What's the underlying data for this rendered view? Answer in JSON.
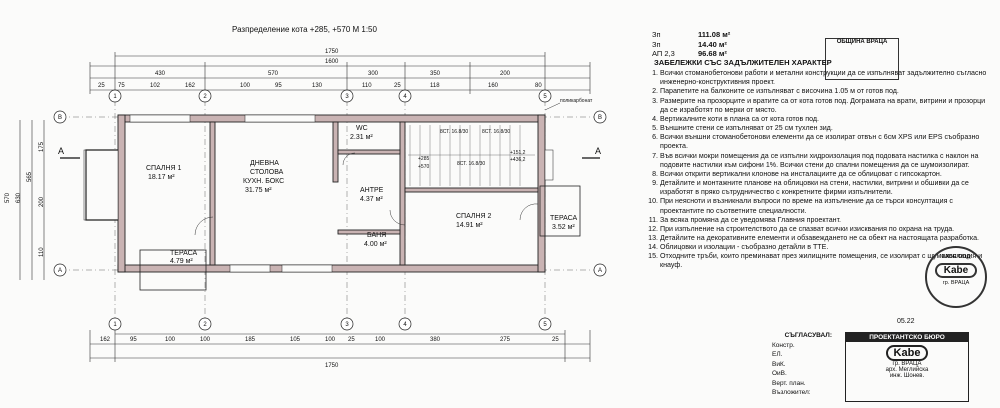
{
  "title": "Разпределение кота +285, +570 М 1:50",
  "areas": [
    {
      "label": "Зп",
      "value": "111.08 м²"
    },
    {
      "label": "Зп",
      "value": "14.40 м²"
    },
    {
      "label": "АП 2,3",
      "value": "96.68 м²"
    }
  ],
  "notes_title": "ЗАБЕЛЕЖКИ СЪС ЗАДЪЛЖИТЕЛЕН ХАРАКТЕР",
  "notes": [
    "Всички стоманобетонови работи и метални конструкции да се изпълняват задължително съгласно инженерно-конструктивния проект.",
    "Парапетите на балконите се изпълняват с височина 1.05 м от готов под.",
    "Размерите на прозорците и вратите са от кота готов под. Дограмата на врати, витрини и прозорци да се изработят по мерки от място.",
    "Вертикалните коти в плана са от кота готов под.",
    "Външните стени се изпълняват от 25 см тухлен зид.",
    "Всички външни стоманобетонови елементи да се изолират отвън с 6см XPS или EPS съобразно проекта.",
    "Във всички мокри помещения да се изпълни хидроизолация под подовата настилка с наклон на подовите настилки към сифони 1%. Всички стени до спални помещения да се шумоизолират.",
    "Всички открити вертикални клонове на инсталациите да се облицоват с гипсокартон.",
    "Детайлите и монтажните планове на облицовки на стени, настилки, витрини и обшивки да се изработят в пряко сътрудничество с конкретните фирми изпълнители.",
    "При неясноти и възникнали въпроси по време на изпълнение да се търси консултация с проектантите по съответните специалности.",
    "За всяка промяна да се уведомява Главния проектант.",
    "При изпълнение на строителството да се спазват всички изисквания по охрана на труда.",
    "Детайлите на декоративните елементи и обзавеждането не са обект на настоящата разработка.",
    "Облицовки и изолации - съобразно детайли в ТТЕ.",
    "Отходните тръби, които преминават през жилищните помещения, се изолират с шумоизолация и кнауф."
  ],
  "rooms": [
    {
      "name": "СПАЛНЯ 1",
      "area": "18.17 м²"
    },
    {
      "name": "ДНЕВНА",
      "line2": "СТОЛОВА",
      "line3": "КУХН. БОКС",
      "area": "31.75 м²"
    },
    {
      "name": "WC",
      "area": "2.31 м²"
    },
    {
      "name": "АНТРЕ",
      "area": "4.37 м²"
    },
    {
      "name": "БАНЯ",
      "area": "4.00 м²"
    },
    {
      "name": "СПАЛНЯ 2",
      "area": "14.91 м²"
    },
    {
      "name": "ТЕРАСА",
      "area": "4.79 м²"
    },
    {
      "name": "ТЕРАСА",
      "area": "3.52 м²"
    }
  ],
  "stair_labels": [
    "8СТ. 16.8/30",
    "8СТ. 16.8/30",
    "8СТ. 16.8/30",
    "+285",
    "+570",
    "+151,2",
    "+436,2"
  ],
  "roof_label": "поликарбонат",
  "axes_top": [
    "1",
    "2",
    "3",
    "4",
    "5"
  ],
  "axes_side": [
    "A",
    "B"
  ],
  "dims_top_total": "1750",
  "dims_top_mid": "1600",
  "dims_top_parts": [
    "430",
    "570",
    "300",
    "350",
    "200"
  ],
  "dims_top_fine": [
    "25",
    "75",
    "102",
    "162",
    "100",
    "95",
    "130",
    "110",
    "25",
    "118",
    "160",
    "80"
  ],
  "dims_bottom_total": "1750",
  "dims_bottom_parts": [
    "162",
    "95",
    "100",
    "100",
    "185",
    "105",
    "100",
    "25",
    "100",
    "380",
    "275",
    "25"
  ],
  "dims_left": [
    "570",
    "630",
    "565",
    "175",
    "200",
    "110"
  ],
  "sign_block": {
    "heading": "СЪГЛАСУВАЛ:",
    "rows": [
      "Констр.",
      "ЕЛ.",
      "ВиК.",
      "ОиВ.",
      "Верт. план.",
      "Възложител:"
    ]
  },
  "bureau": {
    "header": "ПРОЕКТАНТСКО БЮРО",
    "logo": "Kabe",
    "city": "гр. ВРАЦА",
    "architect": "арх. Меглийска",
    "engineer": "инж. Шонев."
  },
  "stamp_municipality": "ОБЩИНА ВРАЦА",
  "stamp_round": "КАБЕ ООД",
  "date": "05.22"
}
